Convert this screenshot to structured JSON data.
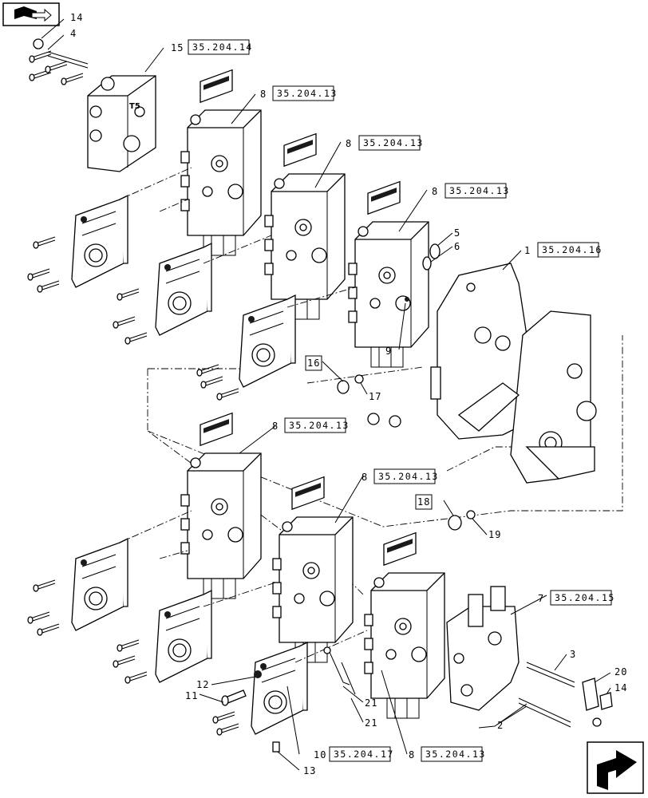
{
  "callouts": {
    "c14a": "14",
    "c4": "4",
    "c15": "15",
    "c8a": "8",
    "c8b": "8",
    "c8c": "8",
    "c5": "5",
    "c6": "6",
    "c1": "1",
    "c9": "9",
    "c16": "16",
    "c17": "17",
    "c8d": "8",
    "c8e": "8",
    "c18": "18",
    "c19": "19",
    "c7": "7",
    "c3": "3",
    "c20": "20",
    "c14b": "14",
    "c12": "12",
    "c11": "11",
    "c21a": "21",
    "c21b": "21",
    "c10": "10",
    "c8f": "8",
    "c13": "13",
    "c2": "2"
  },
  "refs": {
    "r15": "35.204.14",
    "r8a": "35.204.13",
    "r8b": "35.204.13",
    "r8c": "35.204.13",
    "r1": "35.204.16",
    "r8d": "35.204.13",
    "r8e": "35.204.13",
    "r7": "35.204.15",
    "r10": "35.204.17",
    "r8f": "35.204.13"
  },
  "icons": {
    "top_left": "book-arrow-icon",
    "bottom_right": "next-page-arrow-icon"
  }
}
